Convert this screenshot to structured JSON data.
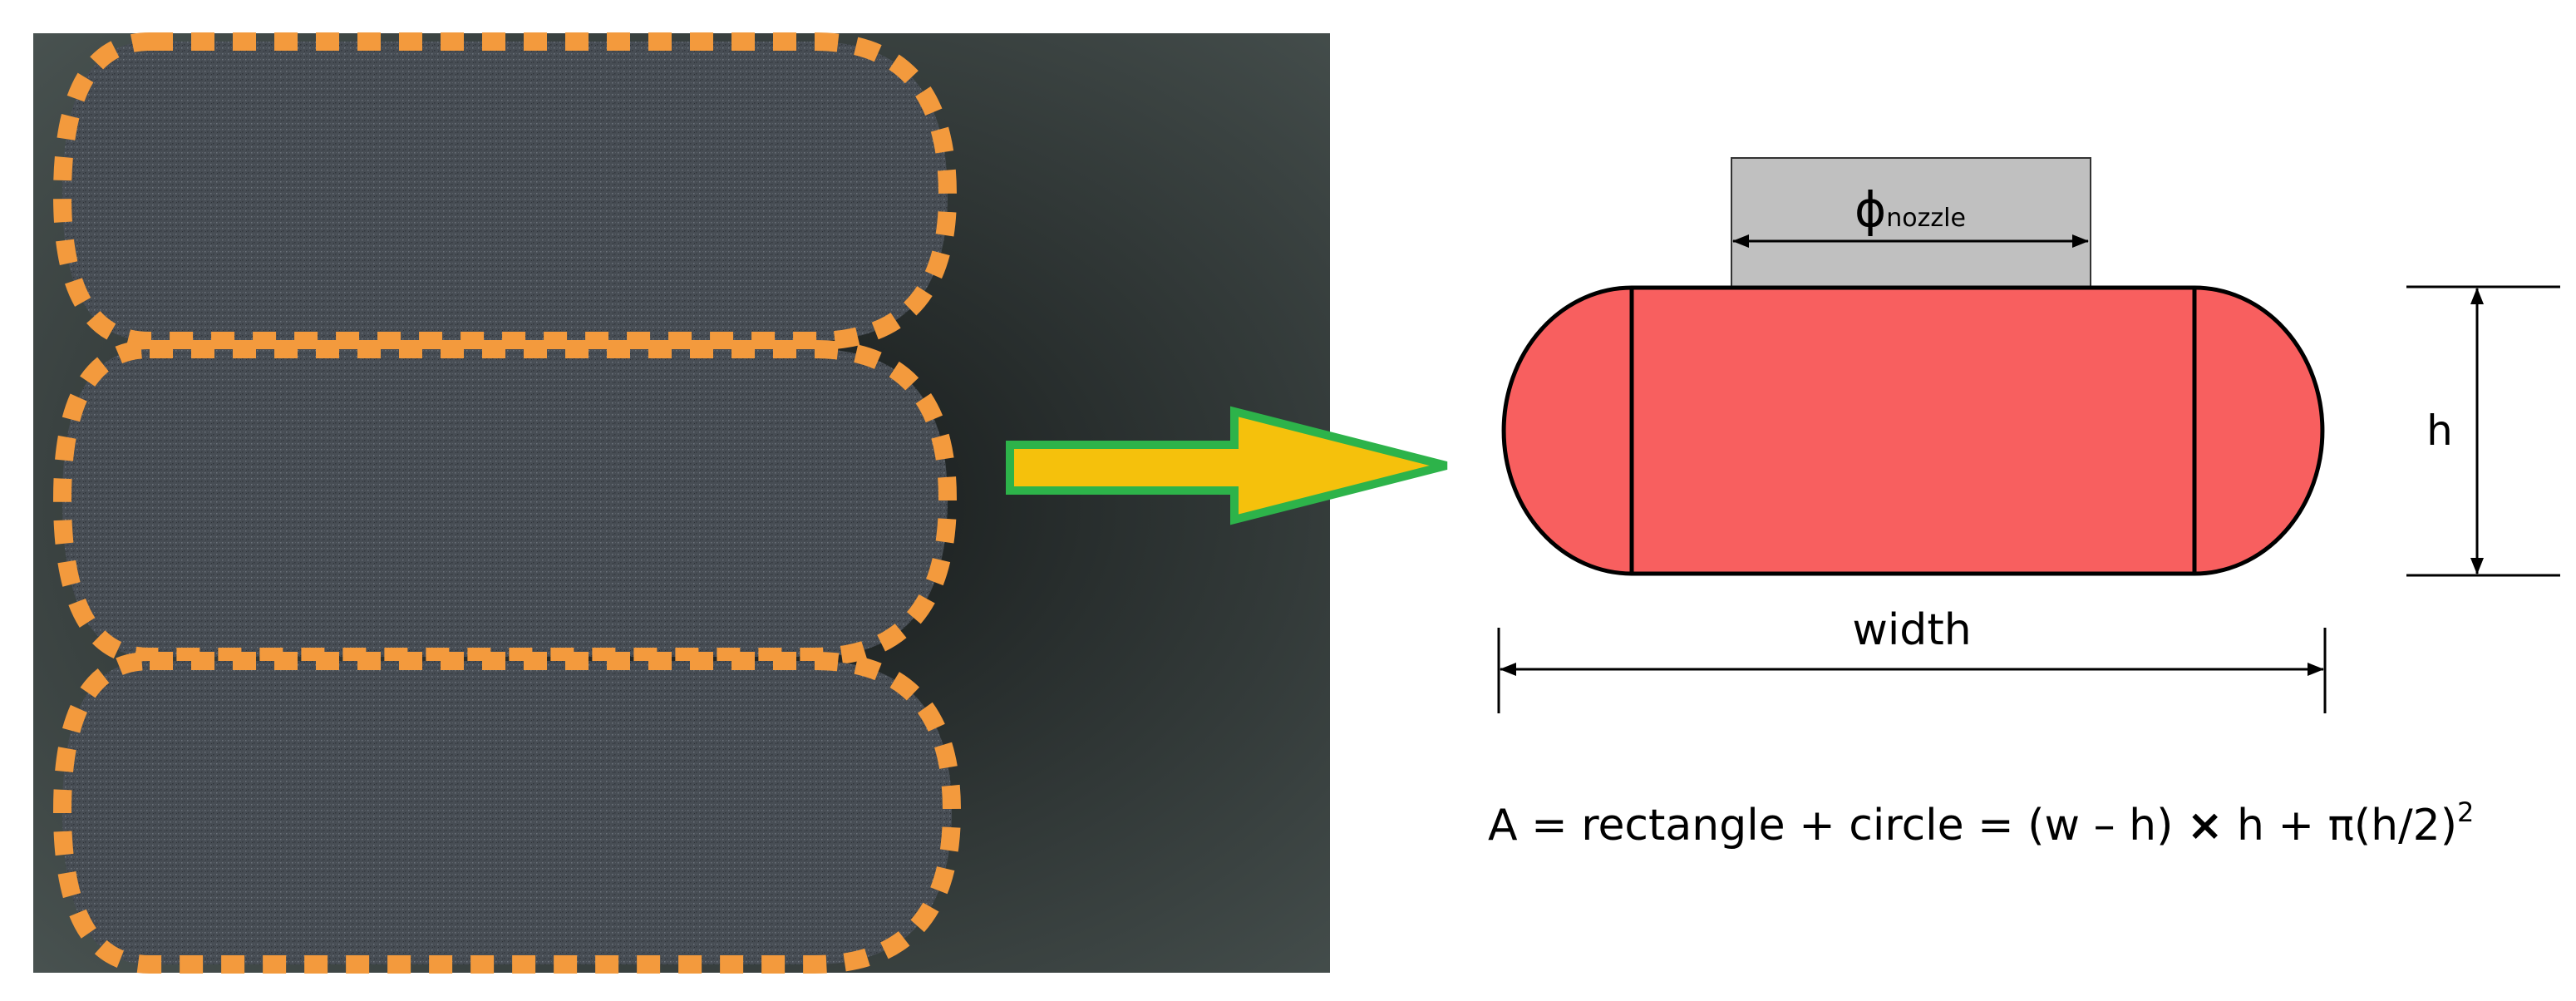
{
  "photo": {
    "background_color": "#3a3f40",
    "bead_color": "#4a4f56",
    "outline_color": "#f39a3d",
    "bead_count": 3
  },
  "arrow": {
    "fill_color": "#f5c10c",
    "stroke_color": "#2db34a"
  },
  "diagram": {
    "nozzle_symbol": "ϕ",
    "nozzle_subscript": "nozzle",
    "nozzle_fill": "#c0c0c0",
    "bead_fill": "#f85f5f",
    "height_label": "h",
    "width_label": "width",
    "formula": {
      "prefix": "A = rectangle + circle = (w – h) ",
      "times": "×",
      "middle": " h + π(h/2)",
      "exponent": "2"
    }
  }
}
